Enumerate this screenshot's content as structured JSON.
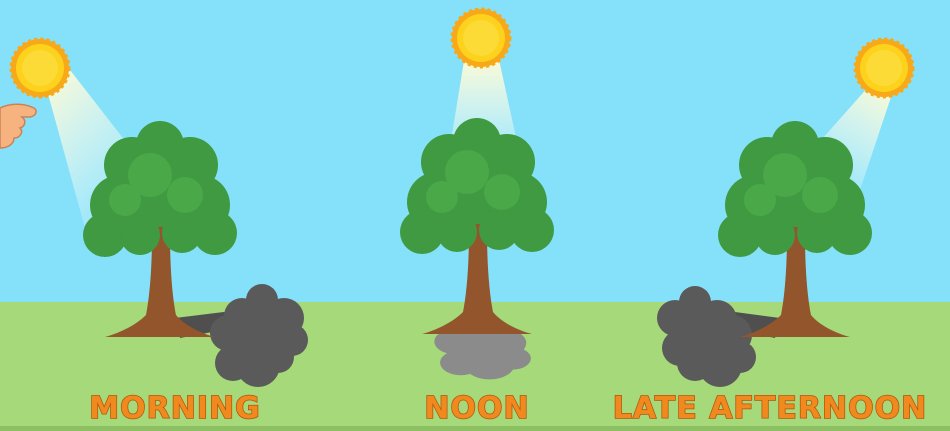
{
  "labels": {
    "morning": "MORNING",
    "noon": "NOON",
    "late_afternoon": "LATE AFTERNOON"
  },
  "colors": {
    "sky": "#85e1f9",
    "grass": "#a5d97a",
    "sun": "#fcd21c",
    "sun_ray": "#f7a919",
    "light_beam": "#fffde6",
    "foliage": "#3f9a41",
    "foliage_light": "#4fae4b",
    "trunk": "#93552c",
    "shadow_dark": "#5a5a5a",
    "shadow_light": "#8b8b8b",
    "caption": "#f08a1e",
    "hand": "#f6b380"
  },
  "icons": [
    "sun-icon",
    "tree-icon",
    "pointing-hand-icon"
  ]
}
